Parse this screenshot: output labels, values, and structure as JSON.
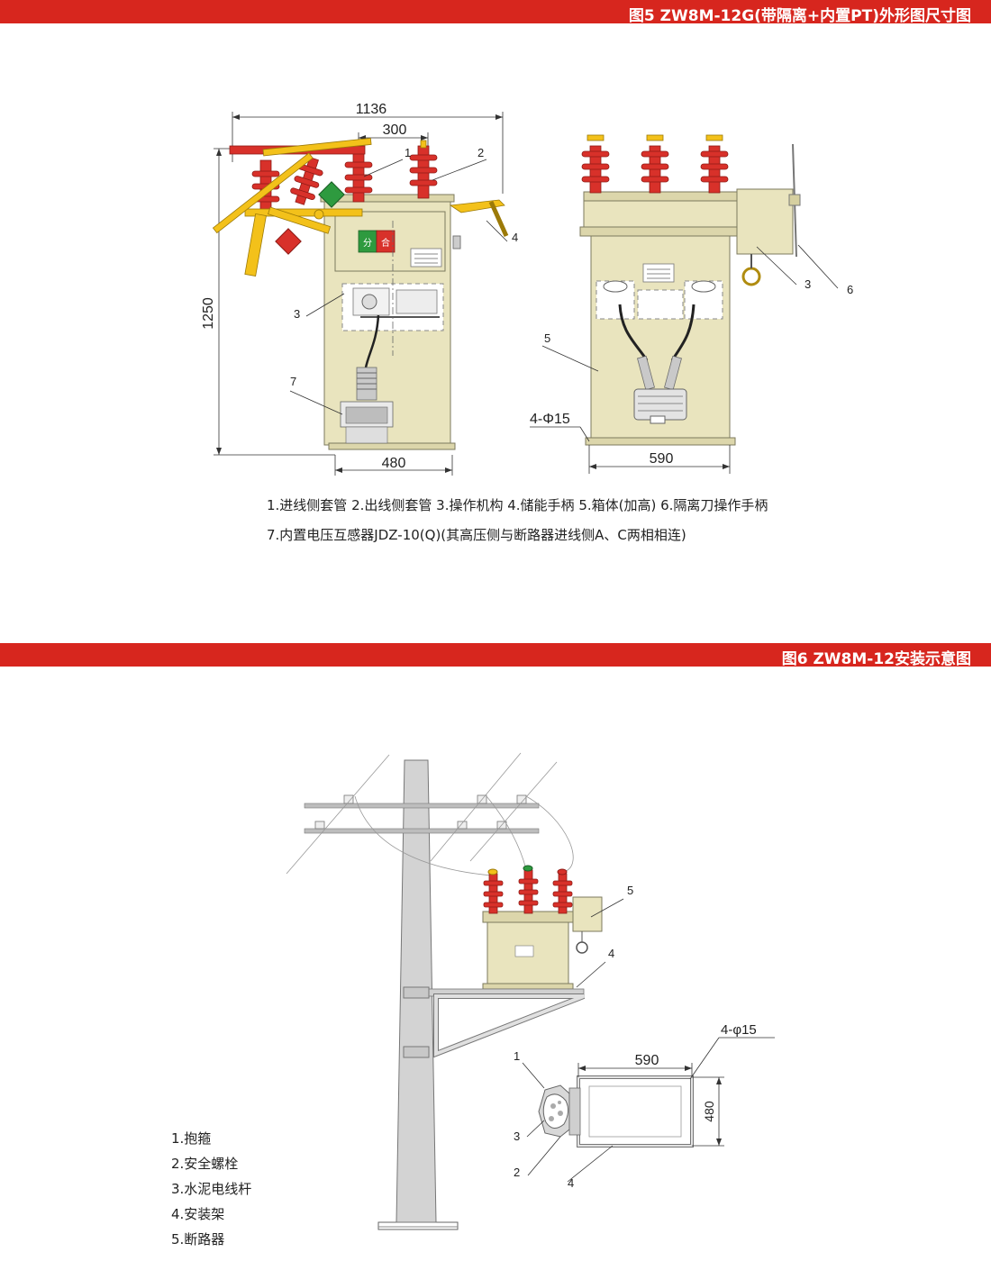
{
  "section1": {
    "title": "图5 ZW8M-12G(带隔离+内置PT)外形图尺寸图",
    "dimensions": {
      "overall_width": "1136",
      "bushing_spacing": "300",
      "height": "1250",
      "side_width": "480",
      "front_width": "590",
      "mounting_holes": "4-Φ15"
    },
    "callouts": [
      "1",
      "2",
      "3",
      "4",
      "5",
      "6",
      "7"
    ],
    "panel_labels": {
      "open": "分",
      "close": "合"
    },
    "legend": [
      "1.进线侧套管 2.出线侧套管 3.操作机构 4.储能手柄 5.箱体(加高) 6.隔离刀操作手柄",
      "7.内置电压互感器JDZ-10(Q)(其高压侧与断路器进线侧A、C两相相连)"
    ]
  },
  "section2": {
    "title": "图6 ZW8M-12安装示意图",
    "dimensions": {
      "frame_width": "590",
      "frame_depth": "480",
      "mounting_holes": "4-φ15"
    },
    "callouts": [
      "1",
      "2",
      "3",
      "4",
      "5"
    ],
    "legend": [
      "1.抱箍",
      "2.安全螺栓",
      "3.水泥电线杆",
      "4.安装架",
      "5.断路器"
    ]
  },
  "colors": {
    "banner": "#d7261e",
    "insulator": "#d8312a",
    "handle": "#f3c11a",
    "cabinet": "#e9e4be",
    "open_panel": "#2e9a3f",
    "close_panel": "#d8312a"
  }
}
